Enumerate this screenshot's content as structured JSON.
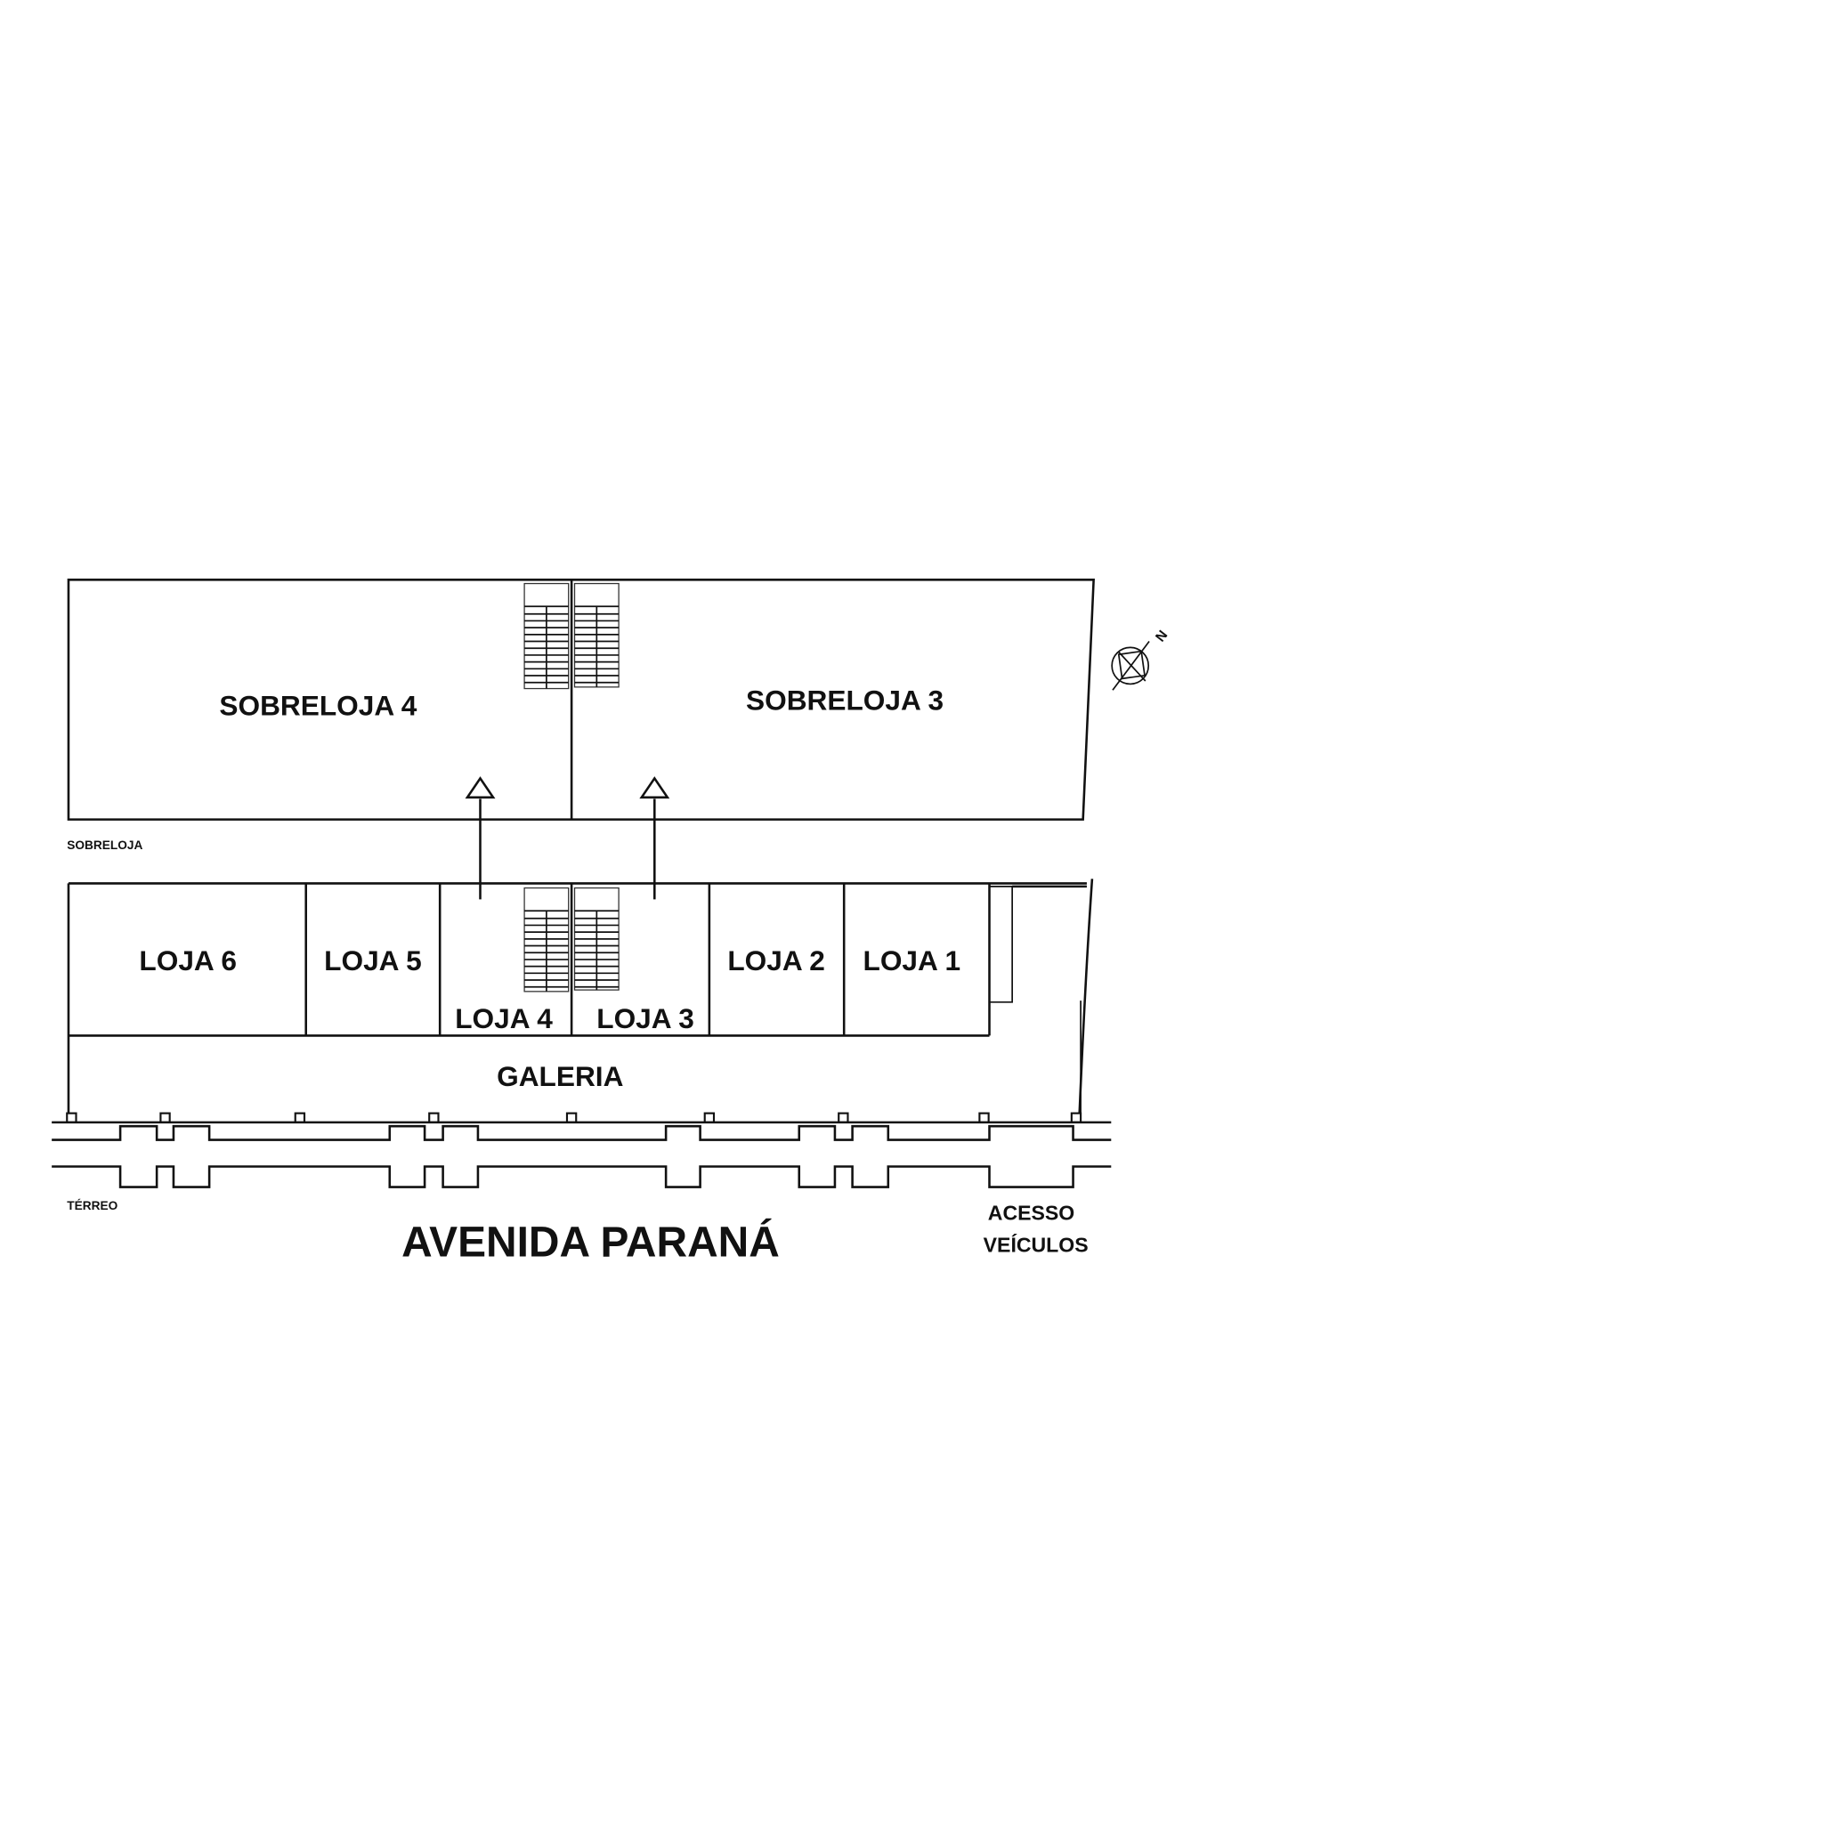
{
  "upper_floor": {
    "label": "SOBRELOJA",
    "rooms": [
      "SOBRELOJA 4",
      "SOBRELOJA 3"
    ]
  },
  "ground_floor": {
    "label": "TÉRREO",
    "stores": [
      "LOJA 6",
      "LOJA 5",
      "LOJA 4",
      "LOJA 3",
      "LOJA 2",
      "LOJA 1"
    ],
    "gallery": "GALERIA"
  },
  "street": "AVENIDA PARANÁ",
  "vehicle_access": [
    "ACESSO",
    "VEÍCULOS"
  ],
  "north_symbol": "N"
}
